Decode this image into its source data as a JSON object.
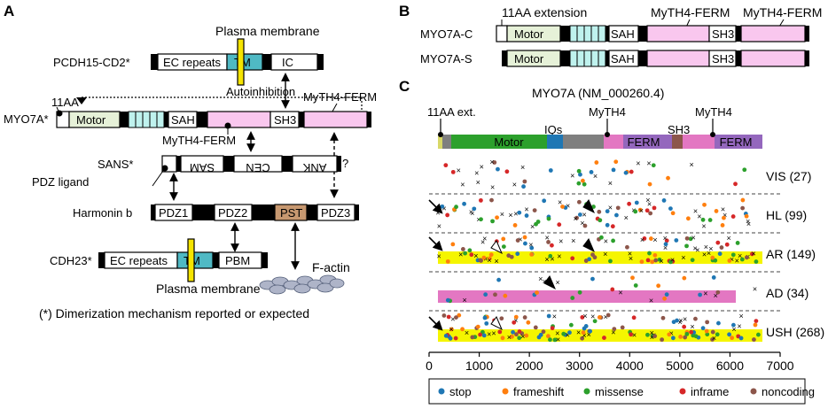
{
  "panelA": {
    "letter": "A",
    "plasma_top": "Plasma membrane",
    "plasma_bottom": "Plasma membrane",
    "pcdh15": {
      "name": "PCDH15-CD2*",
      "ec": "EC repeats",
      "tm": "TM",
      "ic": "IC"
    },
    "myo7a": {
      "name": "MYO7A*",
      "tag": "11AA",
      "autoinhibition": "Autoinhibition",
      "motor": "Motor",
      "sah": "SAH",
      "sh3": "SH3",
      "mth_label_right": "MyTH4-FERM",
      "mth_label_left": "MyTH4-FERM"
    },
    "sans": {
      "name": "SANS*",
      "ank": "ANK",
      "cen": "CEN",
      "sam": "SAM",
      "pdz_ligand": "PDZ ligand"
    },
    "harmonin": {
      "name": "Harmonin b",
      "pdz1": "PDZ1",
      "pdz2": "PDZ2",
      "pst": "PST",
      "pdz3": "PDZ3"
    },
    "question": "?",
    "cdh23": {
      "name": "CDH23*",
      "ec": "EC repeats",
      "tm": "TM",
      "pbm": "PBM"
    },
    "factin": "F-actin",
    "footnote": "(*) Dimerization mechanism reported or expected"
  },
  "panelB": {
    "letter": "B",
    "ext_label": "11AA extension",
    "mth1": "MyTH4-FERM",
    "mth2": "MyTH4-FERM",
    "rows": [
      {
        "name": "MYO7A-C",
        "motor": "Motor",
        "sah": "SAH",
        "sh3": "SH3"
      },
      {
        "name": "MYO7A-S",
        "motor": "Motor",
        "sah": "SAH",
        "sh3": "SH3"
      }
    ]
  },
  "panelC": {
    "letter": "C",
    "title": "MYO7A (NM_000260.4)",
    "labels": {
      "ext": "11AA ext.",
      "iqs": "IQs",
      "mth1": "MyTH4",
      "sh3": "SH3",
      "mth2": "MyTH4"
    },
    "domain_names": {
      "motor": "Motor",
      "ferm1": "FERM",
      "ferm2": "FERM"
    },
    "domain_colors": {
      "motor": "#2ca02c",
      "iq": "#1f77b4",
      "myth4": "#e377c2",
      "ferm": "#9467bd",
      "sh3": "#8c564b",
      "linker": "#7f7f7f"
    },
    "tracks": [
      {
        "label": "VIS (27)",
        "bar": null
      },
      {
        "label": "HL (99)",
        "bar": null
      },
      {
        "label": "AR (149)",
        "bar": "#f5f500"
      },
      {
        "label": "AD (34)",
        "bar": "#e377c2"
      },
      {
        "label": "USH (268)",
        "bar": "#f5f500"
      }
    ],
    "axis": {
      "ticks": [
        "0",
        "1000",
        "2000",
        "3000",
        "4000",
        "5000",
        "6000",
        "7000"
      ],
      "min": 0,
      "max": 7000
    },
    "legend": [
      {
        "label": "stop",
        "color": "#1f77b4"
      },
      {
        "label": "frameshift",
        "color": "#ff7f0e"
      },
      {
        "label": "missense",
        "color": "#2ca02c"
      },
      {
        "label": "inframe",
        "color": "#d62728"
      },
      {
        "label": "noncoding",
        "color": "#8c564b"
      }
    ]
  }
}
